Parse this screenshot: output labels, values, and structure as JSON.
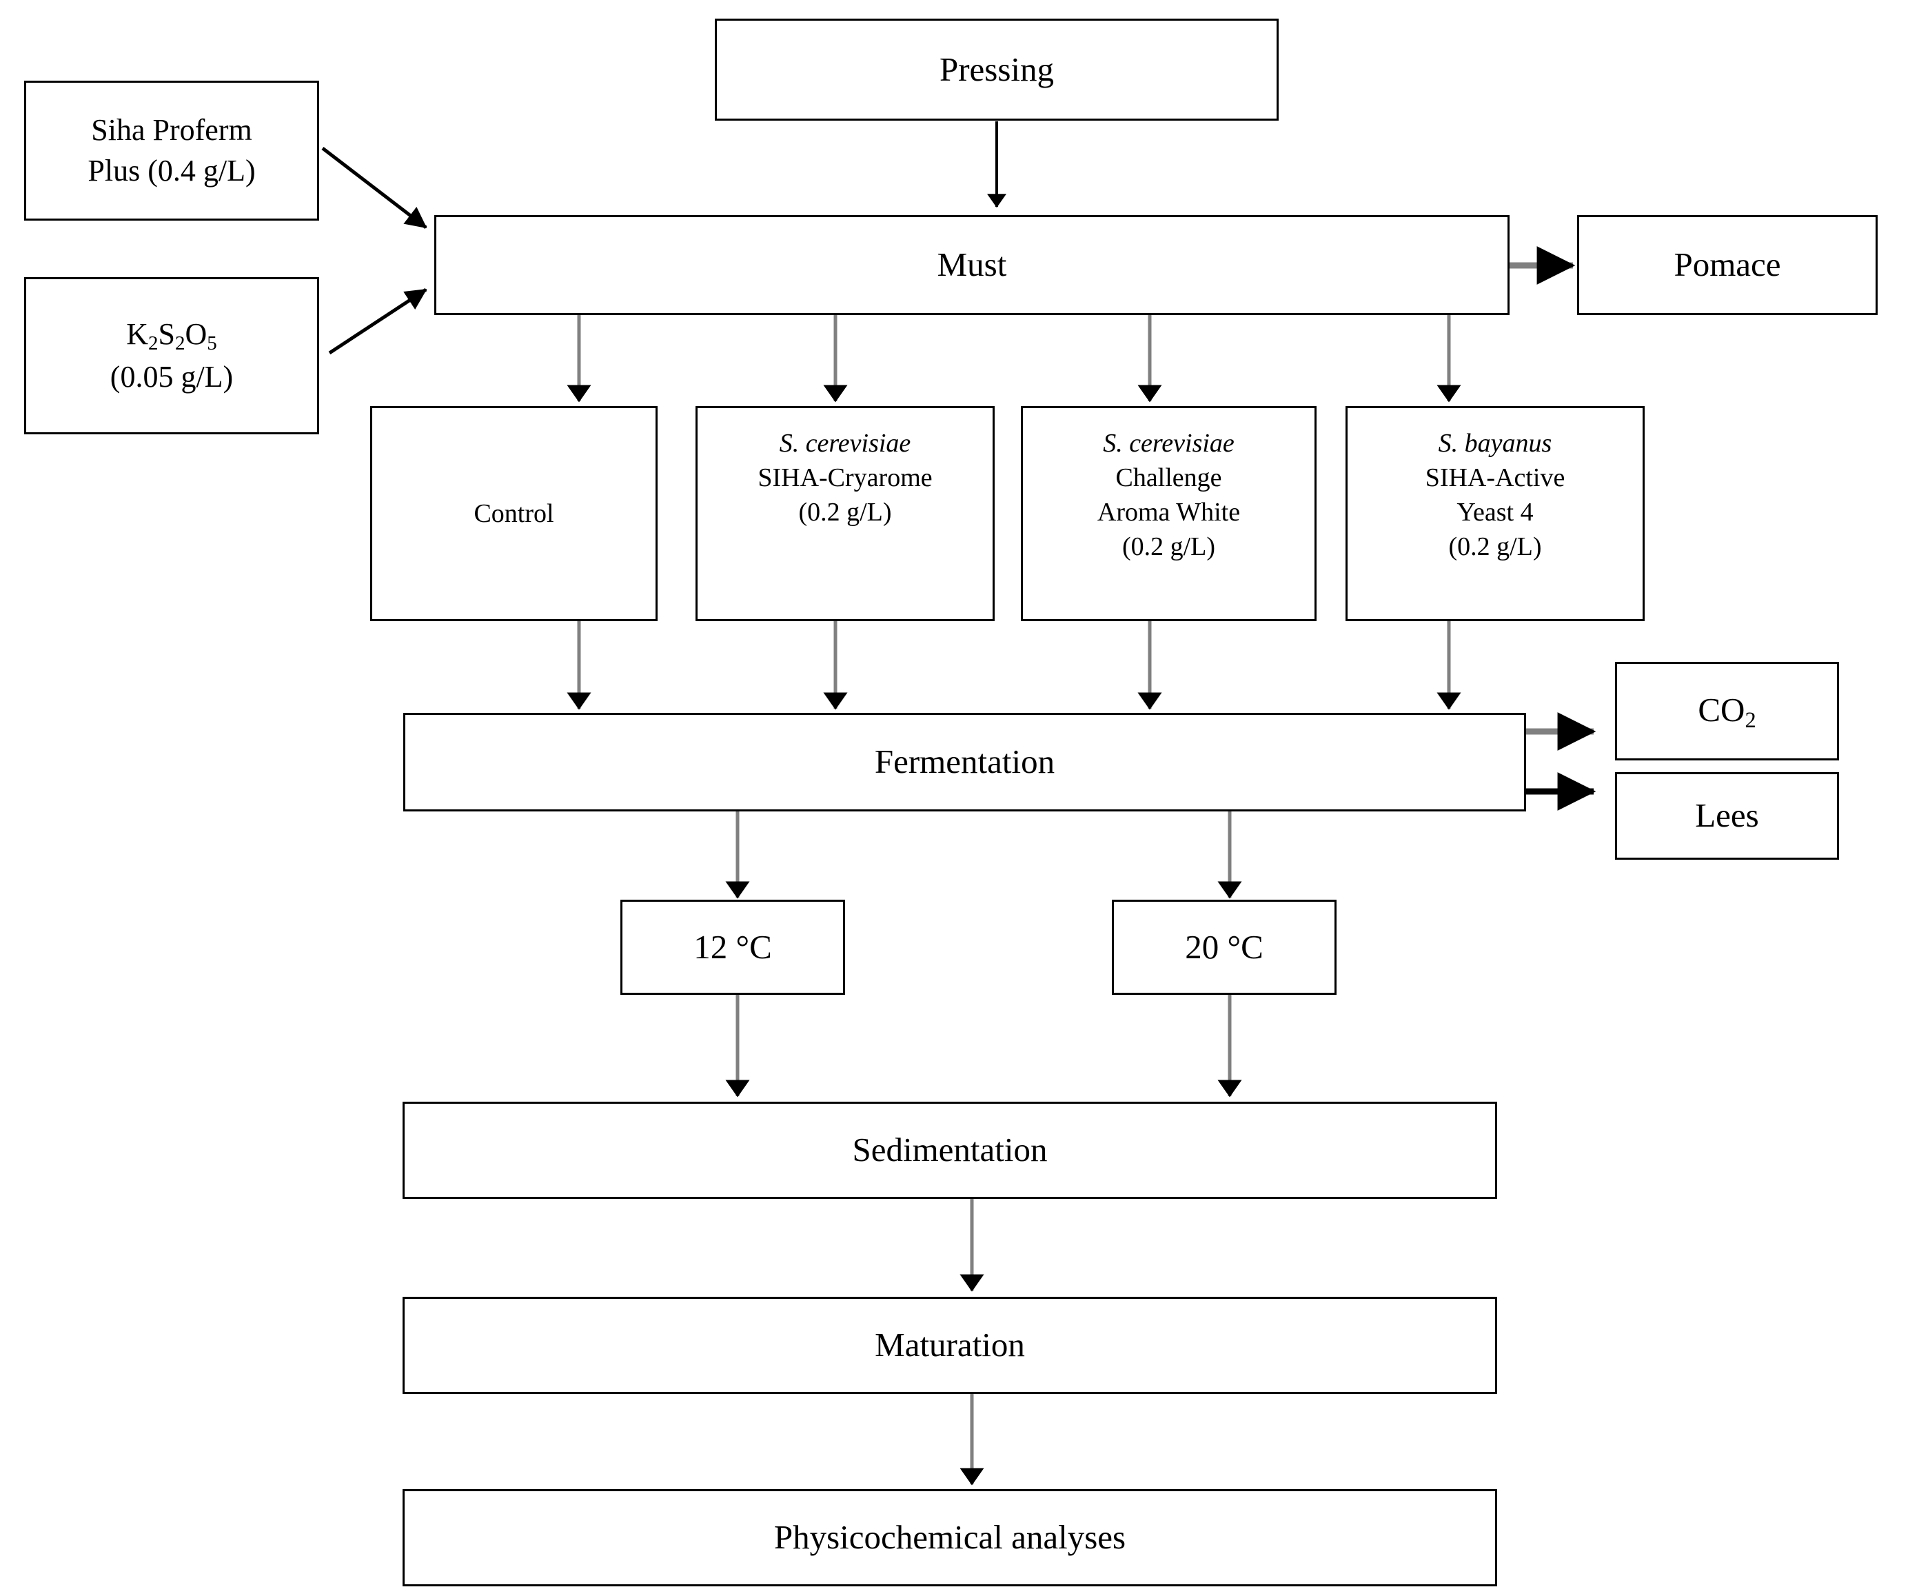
{
  "diagram": {
    "title": "Winemaking process flowchart",
    "line_color": "#000000",
    "arrow_gray": "#7a7a7a",
    "box_border_color": "#000000",
    "background": "#ffffff"
  },
  "nodes": {
    "pressing": {
      "label": "Pressing"
    },
    "must": {
      "label": "Must"
    },
    "pomace": {
      "label": "Pomace"
    },
    "siha_proferm": {
      "line1": "Siha Proferm",
      "line2": "Plus (0.4 g/L)"
    },
    "kms": {
      "formula_pre": "K",
      "sub1": "2",
      "formula_mid": "S",
      "sub2": "2",
      "formula_post": "O",
      "sub3": "5",
      "line2": "(0.05 g/L)"
    },
    "treatment_1": {
      "line1": "Control",
      "line2": "",
      "line3": "",
      "line4": ""
    },
    "treatment_2": {
      "line1": "S. cerevisiae",
      "line2": "SIHA-Cryarome",
      "line3": "(0.2 g/L)",
      "line4": ""
    },
    "treatment_3": {
      "line1": "S. cerevisiae",
      "line2": "Challenge",
      "line3": "Aroma White",
      "line4": "(0.2 g/L)"
    },
    "treatment_4": {
      "line1": "S. bayanus",
      "line2": "SIHA-Active",
      "line3": "Yeast 4",
      "line4": "(0.2 g/L)"
    },
    "fermentation": {
      "label": "Fermentation"
    },
    "co2": {
      "label_pre": "CO",
      "sub": "2"
    },
    "lees": {
      "label": "Lees"
    },
    "temp_low": {
      "label": "12 °C"
    },
    "temp_high": {
      "label": "20 °C"
    },
    "sedimentation": {
      "label": "Sedimentation"
    },
    "maturation": {
      "label": "Maturation"
    },
    "analyses": {
      "label": "Physicochemical analyses"
    }
  },
  "edges": [
    {
      "from": "pressing",
      "to": "must"
    },
    {
      "from": "siha_proferm",
      "to": "must"
    },
    {
      "from": "kms",
      "to": "must"
    },
    {
      "from": "must",
      "to": "pomace"
    },
    {
      "from": "must",
      "to": "treatment_1"
    },
    {
      "from": "must",
      "to": "treatment_2"
    },
    {
      "from": "must",
      "to": "treatment_3"
    },
    {
      "from": "must",
      "to": "treatment_4"
    },
    {
      "from": "treatment_1",
      "to": "fermentation"
    },
    {
      "from": "treatment_2",
      "to": "fermentation"
    },
    {
      "from": "treatment_3",
      "to": "fermentation"
    },
    {
      "from": "treatment_4",
      "to": "fermentation"
    },
    {
      "from": "fermentation",
      "to": "co2"
    },
    {
      "from": "fermentation",
      "to": "lees"
    },
    {
      "from": "fermentation",
      "to": "temp_low"
    },
    {
      "from": "fermentation",
      "to": "temp_high"
    },
    {
      "from": "temp_low",
      "to": "sedimentation"
    },
    {
      "from": "temp_high",
      "to": "sedimentation"
    },
    {
      "from": "sedimentation",
      "to": "maturation"
    },
    {
      "from": "maturation",
      "to": "analyses"
    }
  ]
}
